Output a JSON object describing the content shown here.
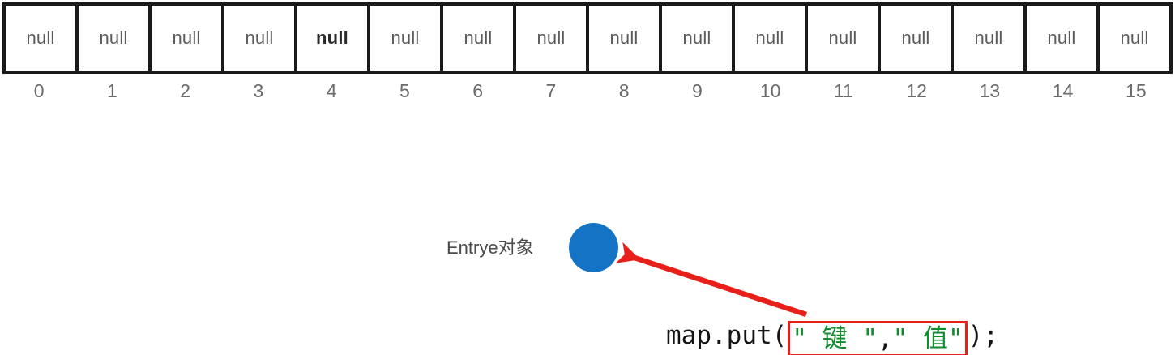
{
  "diagram": {
    "title": "HashMap array with Entry object insertion",
    "array": {
      "name": "hash-table-array",
      "cell_count": 16,
      "cells": [
        {
          "value": "null",
          "index": "0",
          "emphasized": false
        },
        {
          "value": "null",
          "index": "1",
          "emphasized": false
        },
        {
          "value": "null",
          "index": "2",
          "emphasized": false
        },
        {
          "value": "null",
          "index": "3",
          "emphasized": false
        },
        {
          "value": "null",
          "index": "4",
          "emphasized": true
        },
        {
          "value": "null",
          "index": "5",
          "emphasized": false
        },
        {
          "value": "null",
          "index": "6",
          "emphasized": false
        },
        {
          "value": "null",
          "index": "7",
          "emphasized": false
        },
        {
          "value": "null",
          "index": "8",
          "emphasized": false
        },
        {
          "value": "null",
          "index": "9",
          "emphasized": false
        },
        {
          "value": "null",
          "index": "10",
          "emphasized": false
        },
        {
          "value": "null",
          "index": "11",
          "emphasized": false
        },
        {
          "value": "null",
          "index": "12",
          "emphasized": false
        },
        {
          "value": "null",
          "index": "13",
          "emphasized": false
        },
        {
          "value": "null",
          "index": "14",
          "emphasized": false
        },
        {
          "value": "null",
          "index": "15",
          "emphasized": false
        }
      ]
    },
    "entry_node": {
      "label": "Entrye对象",
      "shape": "circle",
      "color": "#1573c6"
    },
    "arrow": {
      "color": "#e8201c",
      "from": "code-highlight-box",
      "to": "entry-circle"
    },
    "code": {
      "prefix": "map.put(",
      "arg_key_open_quote": "\"",
      "arg_key": " 键 ",
      "arg_key_close_quote": "\"",
      "comma": ",",
      "arg_value_open_quote": "\"",
      "arg_value": " 值",
      "arg_value_close_quote": "\"",
      "suffix": ");",
      "string_color": "#128a2e",
      "highlight_border_color": "#e8201c"
    }
  }
}
